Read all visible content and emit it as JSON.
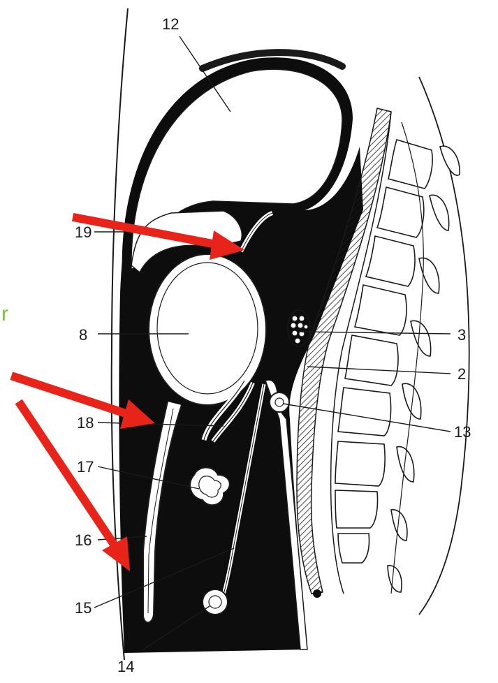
{
  "labels": {
    "n12": "12",
    "n19": "19",
    "n8": "8",
    "n3": "3",
    "n2": "2",
    "n18": "18",
    "n13": "13",
    "n17": "17",
    "n16": "16",
    "n15": "15",
    "n14": "14"
  },
  "edge_text": "r",
  "colors": {
    "arrow": "#e8231a",
    "edge_text": "#7ac143",
    "ink": "#1a1a1a"
  }
}
